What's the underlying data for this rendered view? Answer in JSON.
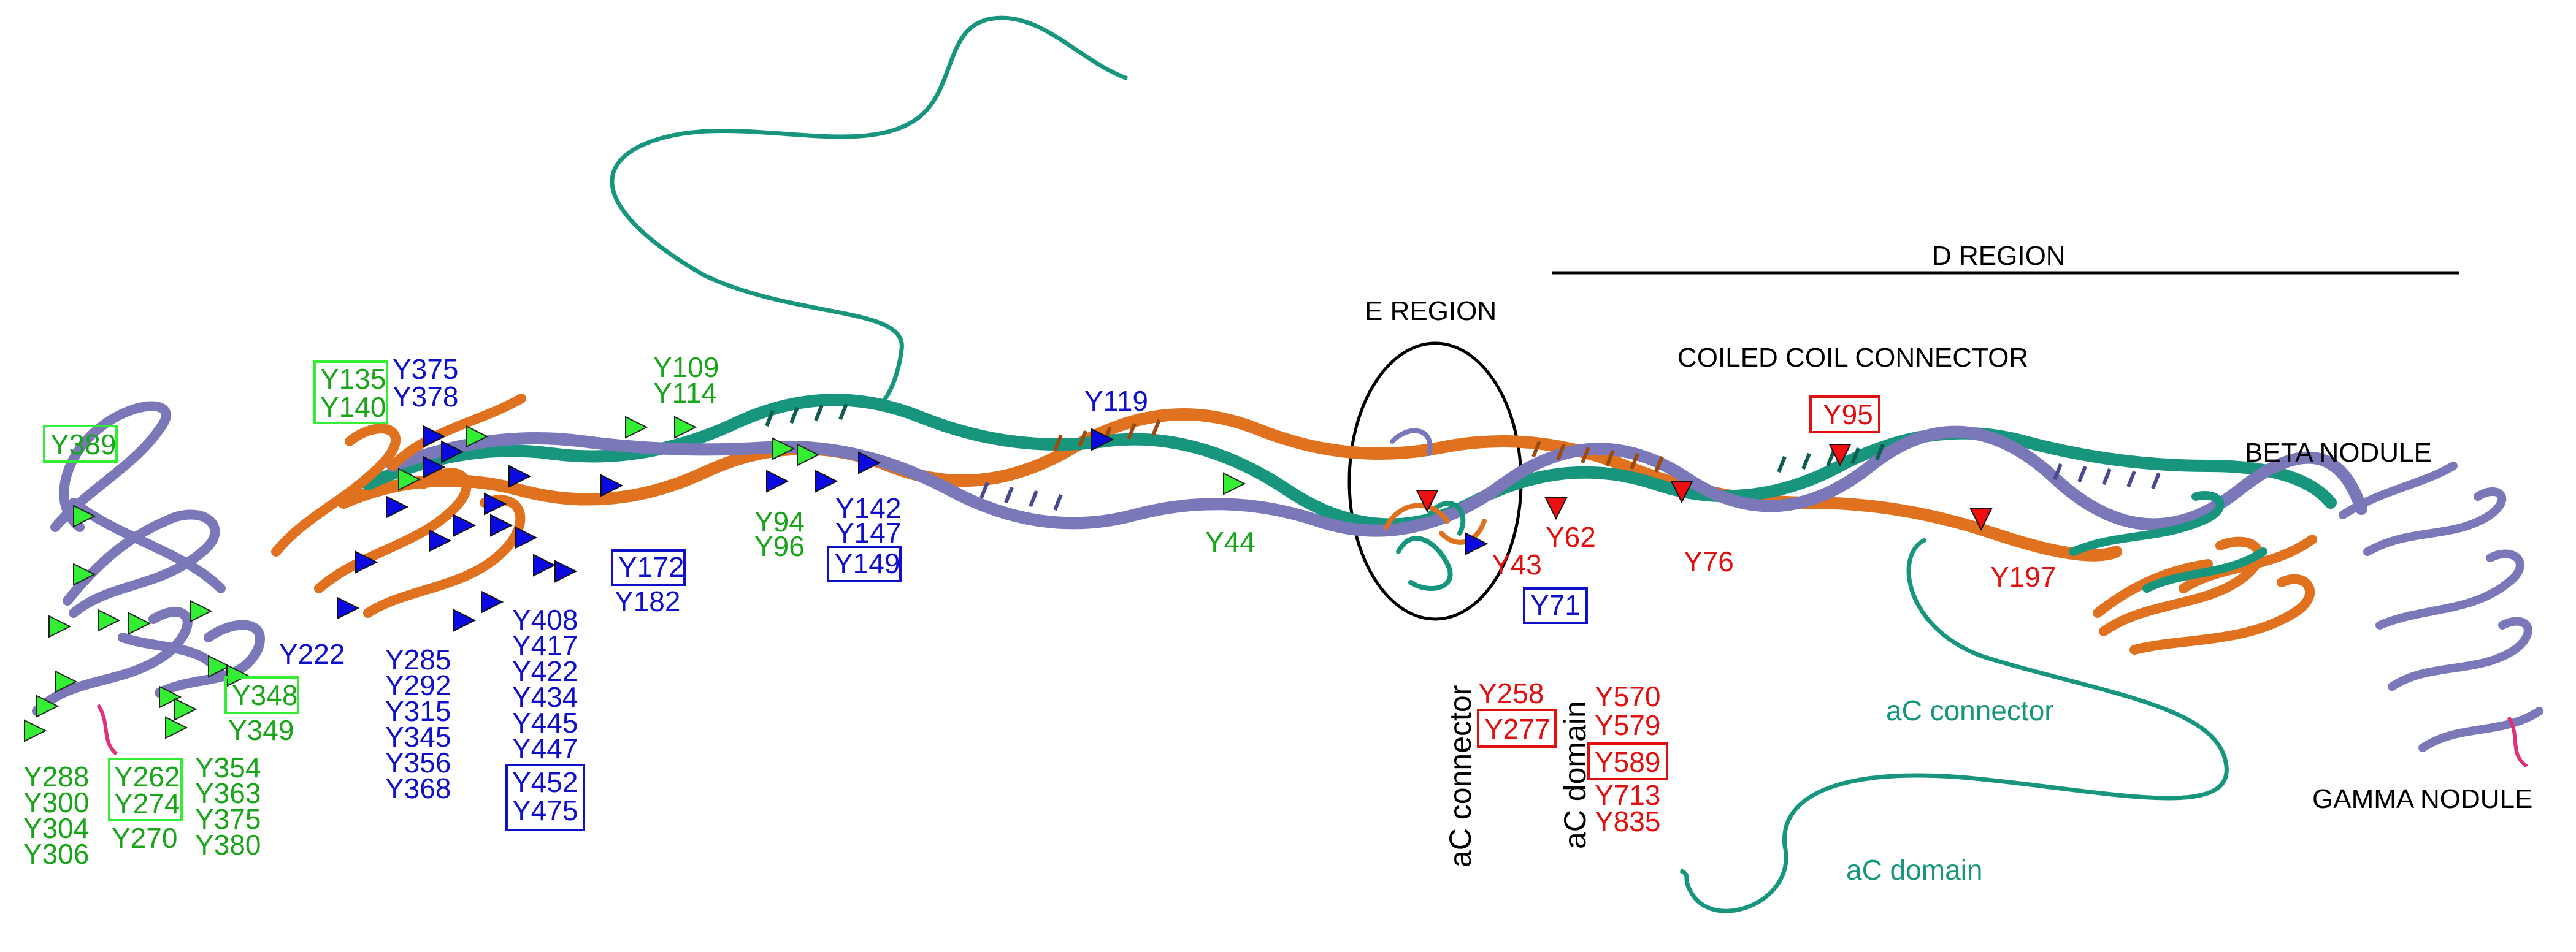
{
  "colors": {
    "green": "#1aa41a",
    "blue": "#1010c8",
    "red": "#e01010",
    "teal": "#17957d",
    "orange": "#e0711e",
    "lavender": "#7a78b8",
    "triangle_green": "#33ee33",
    "triangle_blue": "#0a0ae0",
    "triangle_red": "#ee1010",
    "black": "#000000"
  },
  "titles": {
    "d_region": "D REGION",
    "e_region": "E REGION",
    "coiled_coil": "COILED COIL CONNECTOR",
    "beta_nodule": "BETA NODULE",
    "gamma_nodule": "GAMMA NODULE",
    "ac_connector_teal": "aC connector",
    "ac_domain_teal": "aC domain",
    "ac_connector_vertical": "aC connector",
    "ac_domain_vertical": "aC domain"
  },
  "labels": {
    "g_y389": "Y389",
    "g_y135": "Y135",
    "g_y140": "Y140",
    "g_y109": "Y109",
    "g_y114": "Y114",
    "g_y94": "Y94",
    "g_y96": "Y96",
    "g_y44": "Y44",
    "g_y348": "Y348",
    "g_y349": "Y349",
    "g_y288": "Y288",
    "g_y300": "Y300",
    "g_y304": "Y304",
    "g_y306": "Y306",
    "g_y262": "Y262",
    "g_y274": "Y274",
    "g_y270": "Y270",
    "g_y354": "Y354",
    "g_y363": "Y363",
    "g_y375": "Y375",
    "g_y380": "Y380",
    "b_y375": "Y375",
    "b_y378": "Y378",
    "b_y119": "Y119",
    "b_y142": "Y142",
    "b_y147": "Y147",
    "b_y149": "Y149",
    "b_y172": "Y172",
    "b_y182": "Y182",
    "b_y222": "Y222",
    "b_y285": "Y285",
    "b_y292": "Y292",
    "b_y315": "Y315",
    "b_y345": "Y345",
    "b_y356": "Y356",
    "b_y368": "Y368",
    "b_y408": "Y408",
    "b_y417": "Y417",
    "b_y422": "Y422",
    "b_y434": "Y434",
    "b_y445": "Y445",
    "b_y447": "Y447",
    "b_y452": "Y452",
    "b_y475": "Y475",
    "b_y71": "Y71",
    "r_y43": "Y43",
    "r_y62": "Y62",
    "r_y76": "Y76",
    "r_y95": "Y95",
    "r_y197": "Y197",
    "r_y258": "Y258",
    "r_y277": "Y277",
    "r_y570": "Y570",
    "r_y579": "Y579",
    "r_y589": "Y589",
    "r_y713": "Y713",
    "r_y835": "Y835"
  }
}
